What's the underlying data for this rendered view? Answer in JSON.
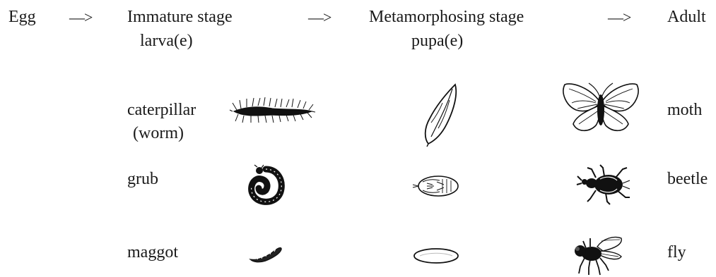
{
  "header": {
    "egg": "Egg",
    "arrow": "—>",
    "immature_line1": "Immature stage",
    "immature_line2": "larva(e)",
    "metamorph_line1": "Metamorphosing stage",
    "metamorph_line2": "pupa(e)",
    "adult": "Adult"
  },
  "rows": [
    {
      "larva_line1": "caterpillar",
      "larva_line2": "(worm)",
      "adult_name": "moth",
      "larva_icon": "caterpillar-icon",
      "pupa_icon": "chrysalis-icon",
      "adult_icon": "moth-icon"
    },
    {
      "larva_line1": "grub",
      "larva_line2": "",
      "adult_name": "beetle",
      "larva_icon": "grub-icon",
      "pupa_icon": "beetle-pupa-icon",
      "adult_icon": "beetle-icon"
    },
    {
      "larva_line1": "maggot",
      "larva_line2": "",
      "adult_name": "fly",
      "larva_icon": "maggot-icon",
      "pupa_icon": "puparium-icon",
      "adult_icon": "fly-icon"
    }
  ]
}
